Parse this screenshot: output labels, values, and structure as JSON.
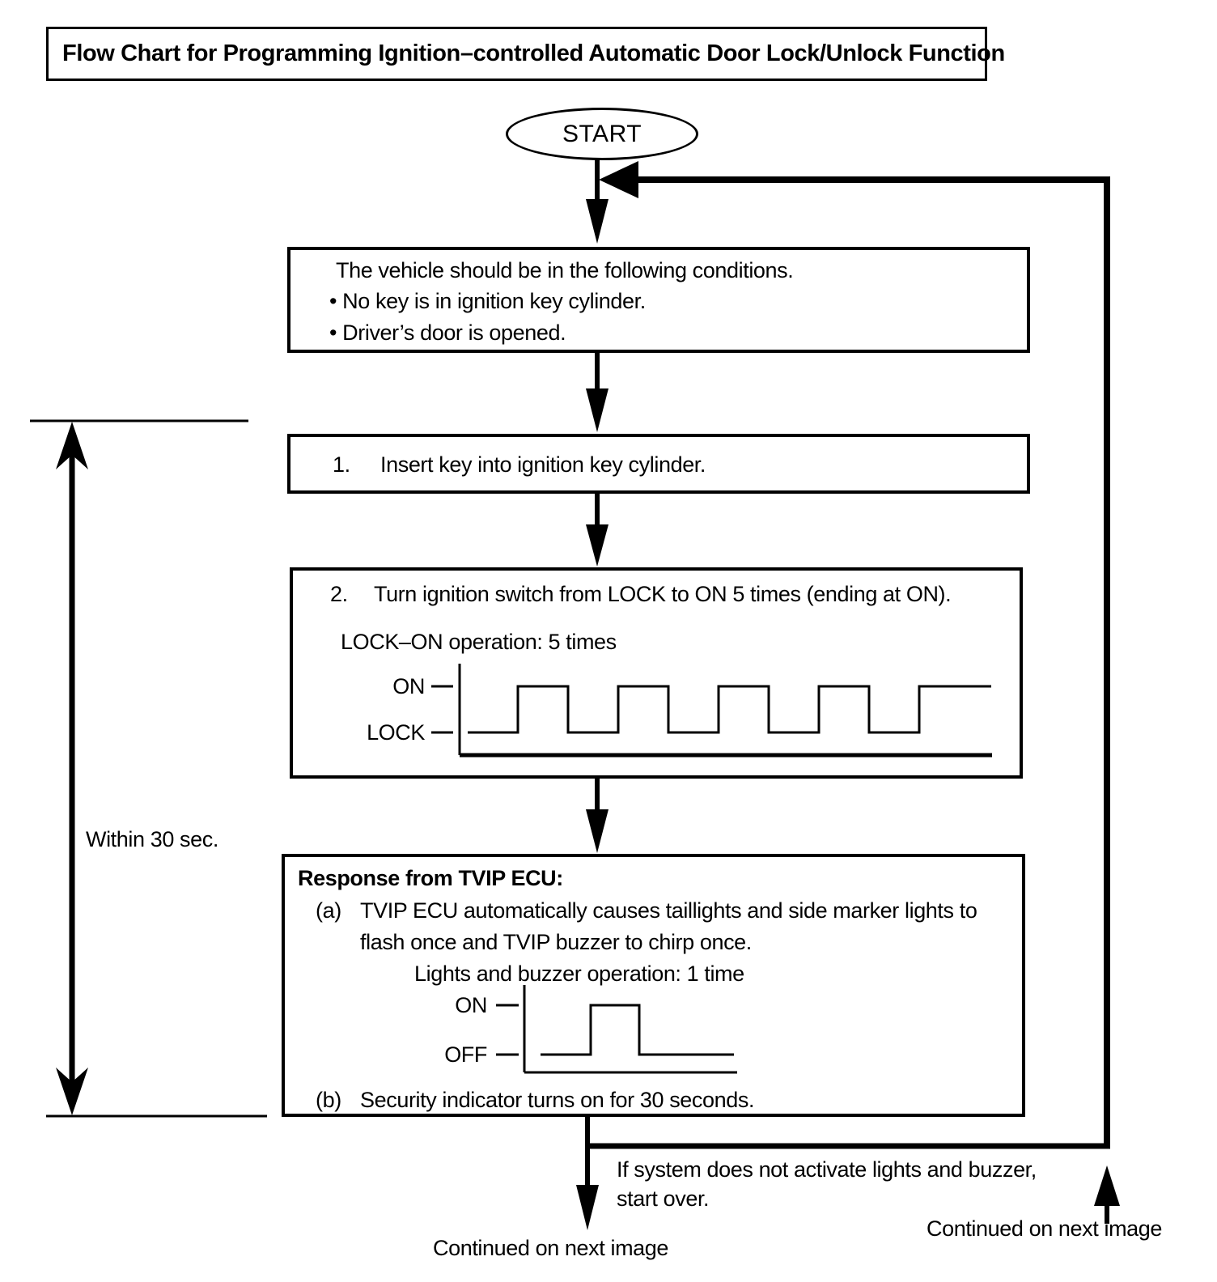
{
  "title": "Flow Chart for Programming Ignition–controlled Automatic Door Lock/Unlock Function",
  "colors": {
    "ink": "#000000",
    "paper": "#ffffff"
  },
  "nodes": {
    "start": {
      "label": "START"
    },
    "conditions": {
      "intro": "The vehicle should be in the following conditions.",
      "bullet": "•",
      "bullets": [
        "No key is in ignition key cylinder.",
        "Driver’s door is opened."
      ]
    },
    "step1": {
      "number": "1.",
      "text": "Insert key into ignition key cylinder."
    },
    "step2": {
      "number": "2.",
      "text": "Turn ignition switch from LOCK to ON 5 times (ending at ON).",
      "caption": "LOCK–ON operation: 5 times",
      "wave": {
        "high_label": "ON",
        "low_label": "LOCK",
        "pulse_count": 5,
        "ends_at": "ON"
      }
    },
    "response": {
      "heading": "Response from TVIP ECU:",
      "item_a_label": "(a)",
      "item_a_lines": [
        "TVIP ECU automatically causes taillights and side marker lights to",
        "flash once and TVIP buzzer to chirp once."
      ],
      "caption": "Lights and buzzer operation: 1 time",
      "wave": {
        "high_label": "ON",
        "low_label": "OFF",
        "pulse_count": 1
      },
      "item_b_label": "(b)",
      "item_b_text": "Security indicator turns on for 30 seconds."
    }
  },
  "annotations": {
    "within": "Within 30 sec.",
    "restart_lines": [
      "If system does not activate lights and buzzer,",
      "start over."
    ],
    "continued_left": "Continued on next image",
    "continued_right": "Continued on next image"
  }
}
